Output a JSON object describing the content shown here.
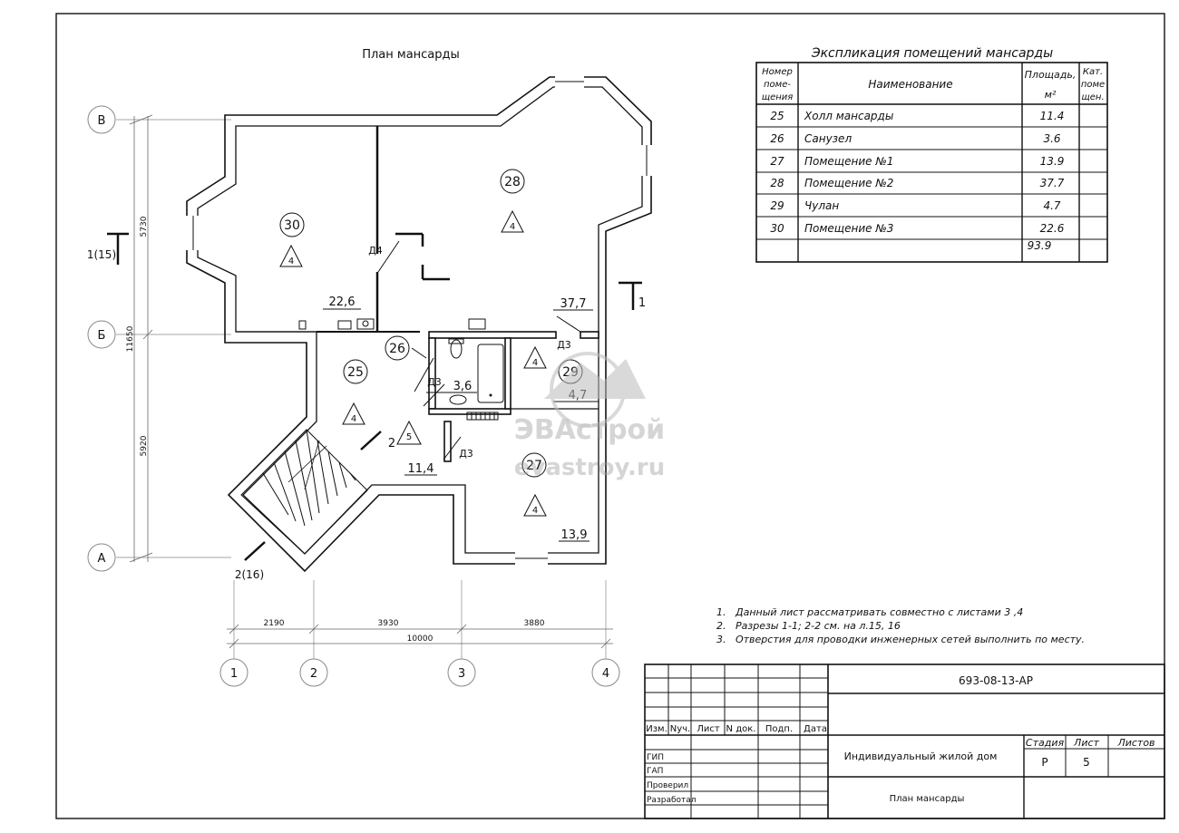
{
  "plan": {
    "title": "План мансарды",
    "room_numbers": [
      "30",
      "28",
      "26",
      "25",
      "29",
      "27"
    ],
    "areas": {
      "r30": "22,6",
      "r28": "37,7",
      "r26": "3,6",
      "r25": "11,4",
      "r29": "4,7",
      "r27": "13,9"
    },
    "category_marks": [
      "4",
      "4",
      "4",
      "4",
      "4",
      "5"
    ],
    "doors": [
      "Д4",
      "Д3",
      "Д3",
      "Д3"
    ],
    "section_labels": {
      "s1_left": "1(15)",
      "s1_right": "1",
      "s2_left": "2(16)",
      "s2_mid": "2"
    },
    "axes_letters": [
      "В",
      "Б",
      "А"
    ],
    "axes_numbers": [
      "1",
      "2",
      "3",
      "4"
    ],
    "dims_vertical": {
      "top": "5730",
      "bottom": "5920",
      "total": "11650"
    },
    "dims_horizontal": {
      "d1": "2190",
      "d2": "3930",
      "d3": "3880",
      "total": "10000"
    }
  },
  "explication": {
    "title": "Экспликация помещений мансарды",
    "headers": {
      "num": [
        "Номер",
        "поме-",
        "щения"
      ],
      "name": "Наименование",
      "area": [
        "Площадь,",
        "м²"
      ],
      "cat": [
        "Кат.",
        "поме",
        "щен."
      ]
    },
    "rows": [
      {
        "num": "25",
        "name": "Холл мансарды",
        "area": "11.4"
      },
      {
        "num": "26",
        "name": "Санузел",
        "area": "3.6"
      },
      {
        "num": "27",
        "name": "Помещение №1",
        "area": "13.9"
      },
      {
        "num": "28",
        "name": "Помещение №2",
        "area": "37.7"
      },
      {
        "num": "29",
        "name": "Чулан",
        "area": "4.7"
      },
      {
        "num": "30",
        "name": "Помещение №3",
        "area": "22.6"
      }
    ],
    "total": "93.9"
  },
  "notes": [
    "1.   Данный лист рассматривать совместно с листами 3 ,4",
    "2.   Разрезы 1-1; 2-2 см. на л.15, 16",
    "3.   Отверстия для проводки инженерных сетей выполнить по месту."
  ],
  "title_block": {
    "code": "693-08-13-АР",
    "sig_headers": [
      "Изм.",
      "Nуч.",
      "Лист",
      "N док.",
      "Подп.",
      "Дата"
    ],
    "roles": [
      "ГИП",
      "ГАП",
      "Проверил",
      "Разработал"
    ],
    "object": "Индивидуальный жилой дом",
    "sheet_title": "План мансарды",
    "stage_label": "Стадия",
    "sheet_label": "Лист",
    "sheets_label": "Листов",
    "stage": "Р",
    "sheet_no": "5"
  },
  "watermark": {
    "brand": "ЭВАстрой",
    "site": "evastroy.ru"
  }
}
